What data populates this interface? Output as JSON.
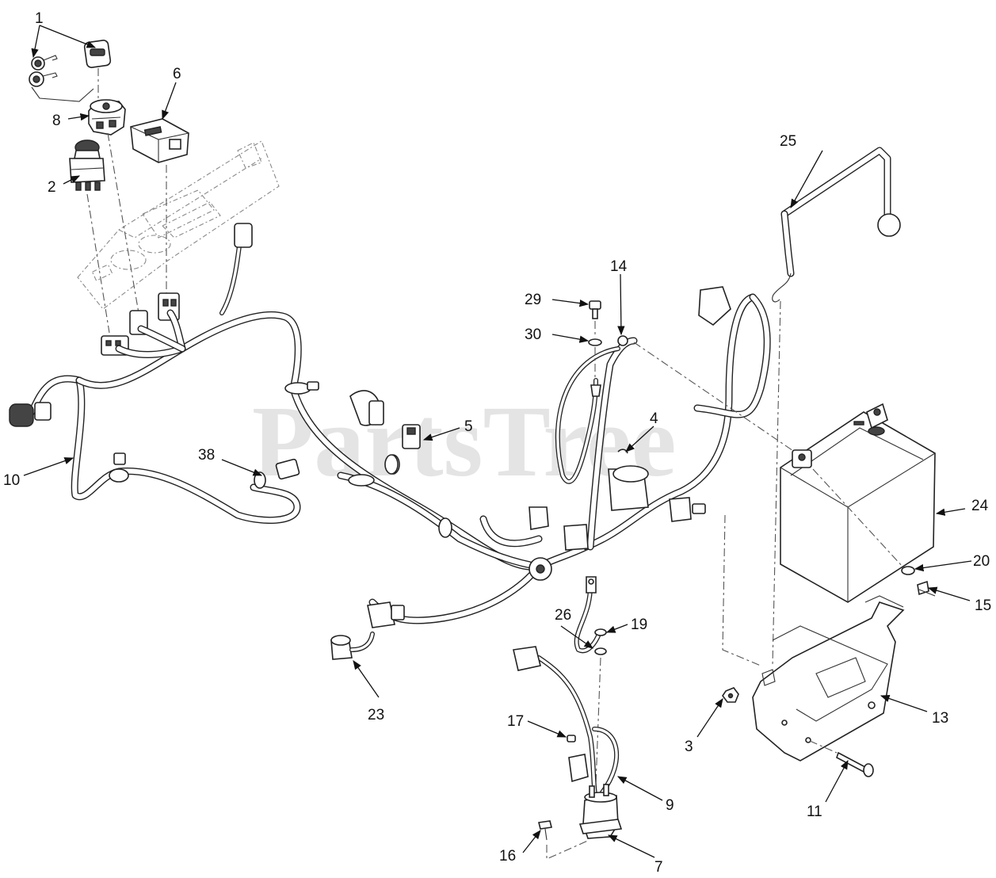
{
  "watermark": "PartsTree",
  "callouts": {
    "c1": "1",
    "c2": "2",
    "c3": "3",
    "c4": "4",
    "c5": "5",
    "c6": "6",
    "c7": "7",
    "c8": "8",
    "c9": "9",
    "c10": "10",
    "c11": "11",
    "c13": "13",
    "c14": "14",
    "c15": "15",
    "c16": "16",
    "c17": "17",
    "c19": "19",
    "c20": "20",
    "c23": "23",
    "c24": "24",
    "c25": "25",
    "c26": "26",
    "c29": "29",
    "c30": "30",
    "c38": "38"
  }
}
